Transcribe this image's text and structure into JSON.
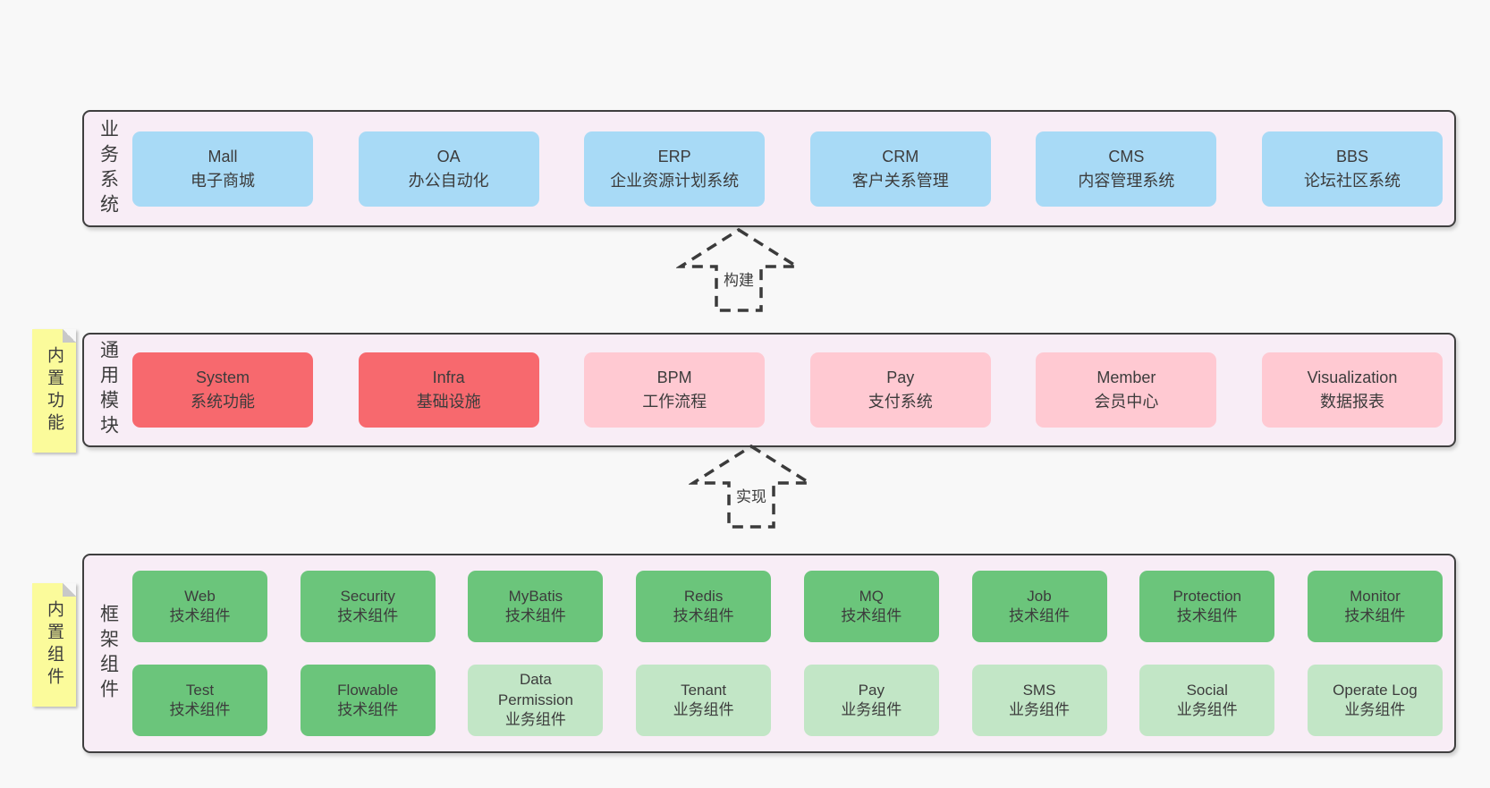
{
  "colors": {
    "pagebg": "#f8f8f8",
    "panelbg": "#f8edf6",
    "line": "#3f3f3f",
    "ink": "#3c3c3c",
    "blue": "#a8daf6",
    "red": "#f7696e",
    "pink": "#ffc9d2",
    "green": "#6bc57b",
    "lightgreen": "#c2e6c6",
    "yellow": "#fbfb9b",
    "fold": "#c8c8c8"
  },
  "layers": {
    "business": {
      "label": "业务系统",
      "boxes": [
        {
          "name": "Mall",
          "desc": "电子商城",
          "variant": "blue"
        },
        {
          "name": "OA",
          "desc": "办公自动化",
          "variant": "blue"
        },
        {
          "name": "ERP",
          "desc": "企业资源计划系统",
          "variant": "blue"
        },
        {
          "name": "CRM",
          "desc": "客户关系管理",
          "variant": "blue"
        },
        {
          "name": "CMS",
          "desc": "内容管理系统",
          "variant": "blue"
        },
        {
          "name": "BBS",
          "desc": "论坛社区系统",
          "variant": "blue"
        }
      ]
    },
    "modules": {
      "label": "通用模块",
      "sticky": "内置功能",
      "boxes": [
        {
          "name": "System",
          "desc": "系统功能",
          "variant": "red"
        },
        {
          "name": "Infra",
          "desc": "基础设施",
          "variant": "red"
        },
        {
          "name": "BPM",
          "desc": "工作流程",
          "variant": "pink"
        },
        {
          "name": "Pay",
          "desc": "支付系统",
          "variant": "pink"
        },
        {
          "name": "Member",
          "desc": "会员中心",
          "variant": "pink"
        },
        {
          "name": "Visualization",
          "desc": "数据报表",
          "variant": "pink"
        }
      ]
    },
    "components": {
      "label": "框架组件",
      "sticky": "内置组件",
      "rows": [
        [
          {
            "name": "Web",
            "desc": "技术组件",
            "variant": "green"
          },
          {
            "name": "Security",
            "desc": "技术组件",
            "variant": "green"
          },
          {
            "name": "MyBatis",
            "desc": "技术组件",
            "variant": "green"
          },
          {
            "name": "Redis",
            "desc": "技术组件",
            "variant": "green"
          },
          {
            "name": "MQ",
            "desc": "技术组件",
            "variant": "green"
          },
          {
            "name": "Job",
            "desc": "技术组件",
            "variant": "green"
          },
          {
            "name": "Protection",
            "desc": "技术组件",
            "variant": "green"
          },
          {
            "name": "Monitor",
            "desc": "技术组件",
            "variant": "green"
          }
        ],
        [
          {
            "name": "Test",
            "desc": "技术组件",
            "variant": "green"
          },
          {
            "name": "Flowable",
            "desc": "技术组件",
            "variant": "green"
          },
          {
            "name": "Data Permission",
            "desc": "业务组件",
            "variant": "lightgreen"
          },
          {
            "name": "Tenant",
            "desc": "业务组件",
            "variant": "lightgreen"
          },
          {
            "name": "Pay",
            "desc": "业务组件",
            "variant": "lightgreen"
          },
          {
            "name": "SMS",
            "desc": "业务组件",
            "variant": "lightgreen"
          },
          {
            "name": "Social",
            "desc": "业务组件",
            "variant": "lightgreen"
          },
          {
            "name": "Operate Log",
            "desc": "业务组件",
            "variant": "lightgreen"
          }
        ]
      ]
    }
  },
  "arrows": {
    "build": {
      "label": "构建"
    },
    "implement": {
      "label": "实现"
    }
  }
}
